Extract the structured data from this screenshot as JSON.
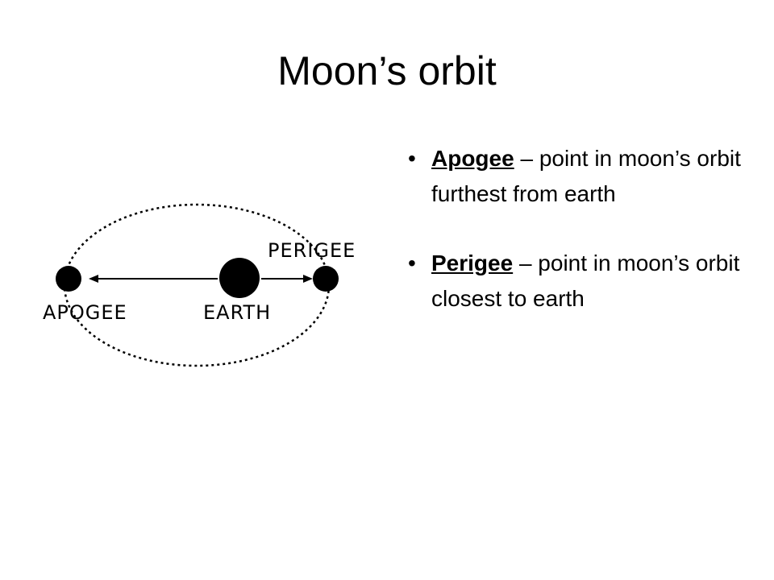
{
  "slide": {
    "title": "Moon’s orbit"
  },
  "diagram": {
    "labels": {
      "apogee": "APOGEE",
      "earth": "EARTH",
      "perigee": "PERIGEE"
    }
  },
  "bullets": [
    {
      "term": "Apogee",
      "text": " – point in moon’s orbit furthest from earth"
    },
    {
      "term": "Perigee",
      "text": " – point in moon’s orbit closest to earth"
    }
  ],
  "colors": {
    "background": "#ffffff",
    "text": "#000000"
  }
}
